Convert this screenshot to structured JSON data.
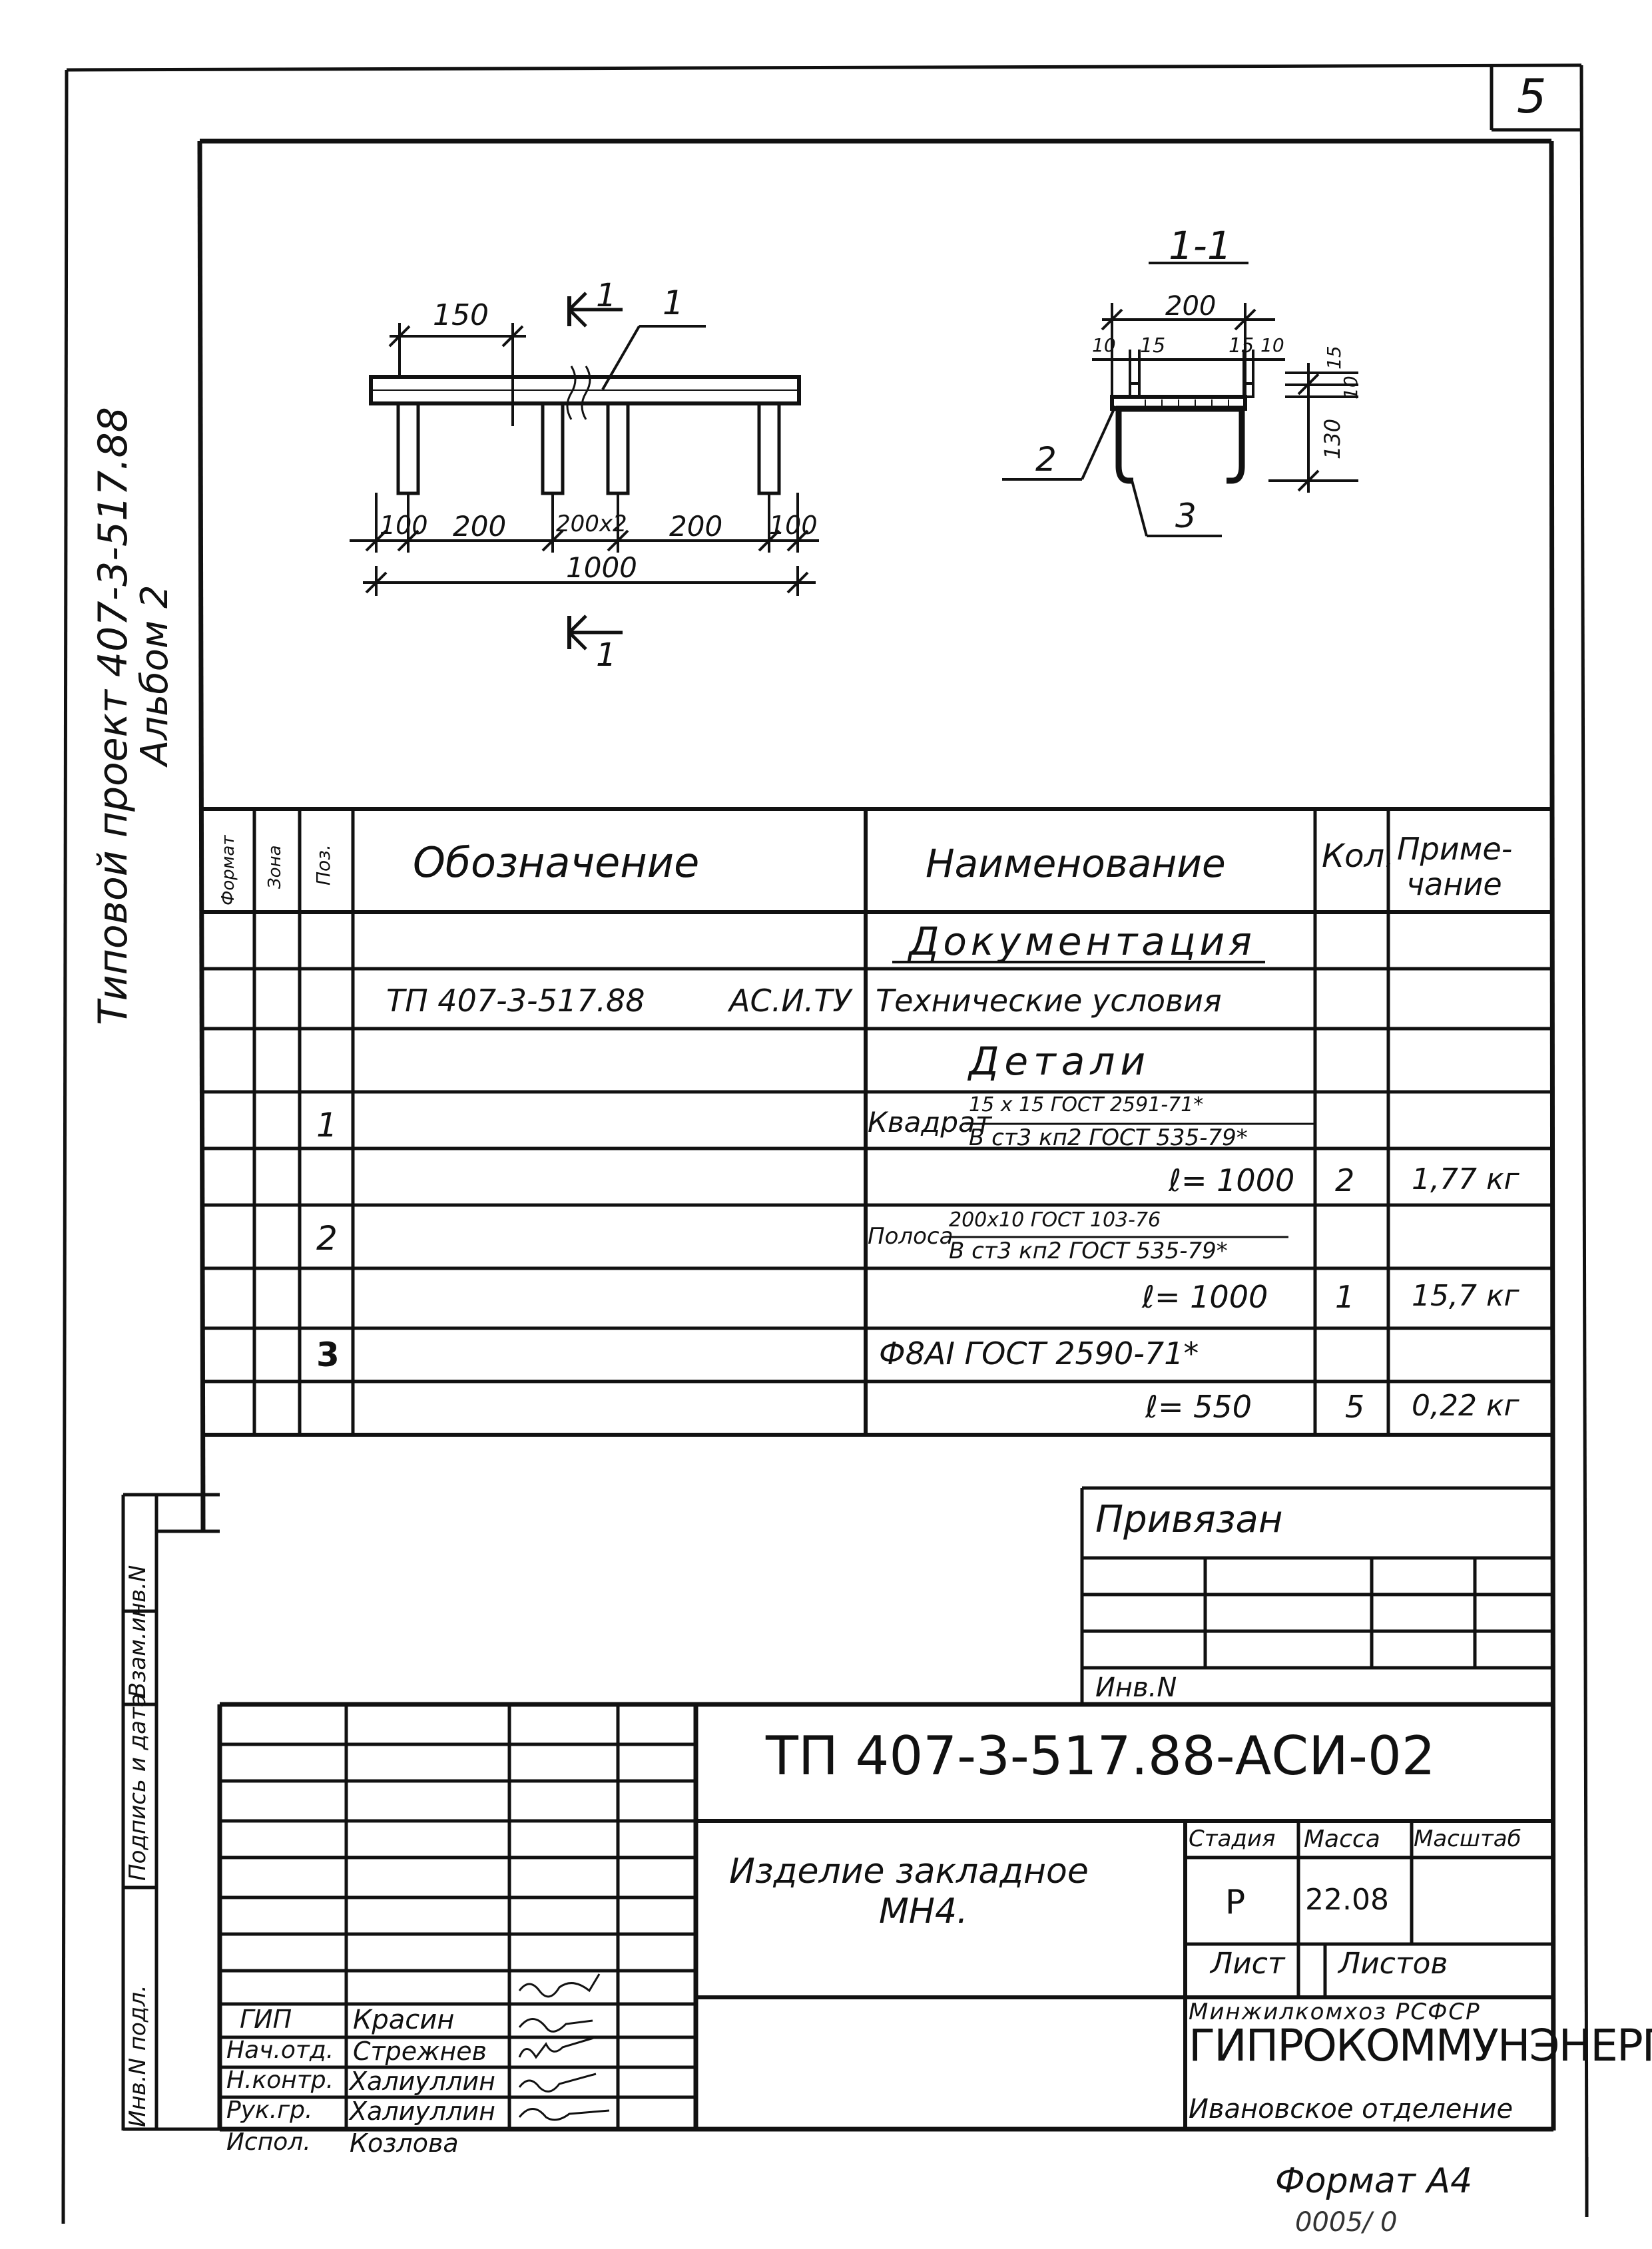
{
  "sheet": {
    "page_number": "5",
    "side_text_1": "Типовой проект  407-3-517.88",
    "side_text_2": "Альбом 2",
    "format": "Формат А4",
    "bottom_cut": "0005/ 0"
  },
  "drawing": {
    "plan": {
      "dim_150": "150",
      "section_label_top": "1",
      "leader_1": "1",
      "dim_100_left": "100",
      "dim_200_left": "200",
      "dim_200x2": "200x2",
      "dim_200_right": "200",
      "dim_100_right": "100",
      "dim_1000": "1000",
      "section_label_bottom": "1"
    },
    "section": {
      "title": "1-1",
      "dim_200": "200",
      "dim_10_left": "10",
      "dim_15_left": "15",
      "dim_15_right": "15",
      "dim_10_right": "10",
      "dim_15_vert": "15",
      "dim_10_vert": "10",
      "dim_130": "130",
      "leader_2": "2",
      "leader_3": "3"
    }
  },
  "spec": {
    "headers": {
      "format": "Формат",
      "zone": "Зона",
      "pos": "Поз.",
      "designation": "Обозначение",
      "name": "Наименование",
      "qty": "Кол.",
      "note_1": "Приме-",
      "note_2": "чание"
    },
    "section_docs": "Документация",
    "doc_designation": "ТП 407-3-517.88",
    "doc_code": "АС.И.ТУ",
    "doc_name": "Технические условия",
    "section_parts": "Детали",
    "rows": [
      {
        "pos": "1",
        "prefix": "Квадрат",
        "num": "15 x 15 ГОСТ 2591-71*",
        "den": "В ст3 кп2 ГОСТ 535-79*",
        "len": "ℓ= 1000",
        "qty": "2",
        "note": "1,77 кг"
      },
      {
        "pos": "2",
        "prefix": "Полоса",
        "num": "200x10 ГОСТ 103-76",
        "den": "В ст3 кп2 ГОСТ 535-79*",
        "len": "ℓ= 1000",
        "qty": "1",
        "note": "15,7 кг"
      },
      {
        "pos": "3",
        "prefix": "",
        "name": "Ф8АⅠ  ГОСТ 2590-71*",
        "len": "ℓ= 550",
        "qty": "5",
        "note": "0,22 кг"
      }
    ]
  },
  "binding": {
    "privyazan": "Привязан",
    "inv_n": "Инв.N"
  },
  "left_strip": {
    "inv_orig": "Инв.N подл.",
    "sign_date": "Подпись и дата",
    "replace_inv": "Взам.инв.N"
  },
  "title_block": {
    "code": "ТП 407-3-517.88-АСИ-02",
    "item_1": "Изделие закладное",
    "item_2": "МН4.",
    "stage_label": "Стадия",
    "mass_label": "Масса",
    "scale_label": "Масштаб",
    "stage": "Р",
    "mass": "22.08",
    "scale": "",
    "sheet_label": "Лист",
    "sheets_label": "Листов",
    "org_1": "Минжилкомхоз РСФСР",
    "org_2": "ГИПРОКОММУНЭНЕРГО",
    "org_3": "Ивановское отделение",
    "roles": [
      {
        "role": "ГИП",
        "name": "Красин"
      },
      {
        "role": "Нач.отд.",
        "name": "Стрежнев"
      },
      {
        "role": "Н.контр.",
        "name": "Халиуллин"
      },
      {
        "role": "Рук.гр.",
        "name": "Халиуллин"
      },
      {
        "role": "Испол.",
        "name": "Козлова"
      }
    ]
  }
}
